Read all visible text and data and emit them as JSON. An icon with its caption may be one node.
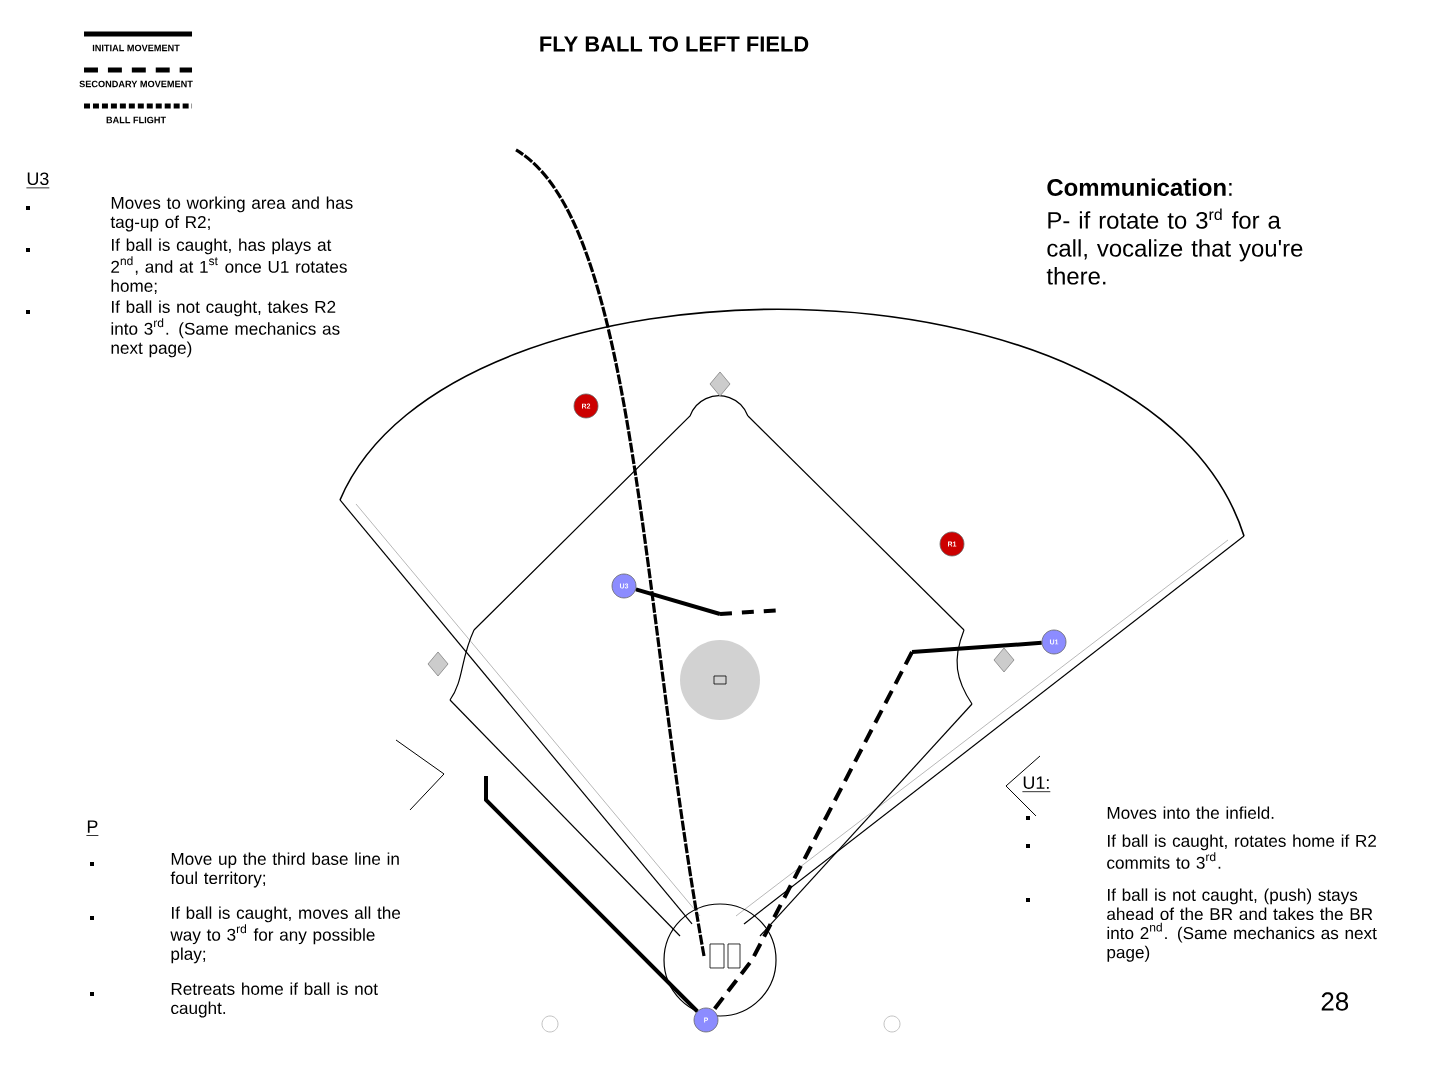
{
  "diagram": {
    "title": "FLY BALL TO LEFT FIELD",
    "nodes": [
      {
        "text": [
          "R2"
        ]
      },
      {
        "text": [
          "R1"
        ]
      },
      {
        "text": [
          "U3"
        ]
      },
      {
        "text": [
          "U1"
        ]
      },
      {
        "text": [
          "P"
        ]
      }
    ],
    "edges": [
      {
        "from": 2,
        "to": null,
        "arrow": "none"
      },
      {
        "from": 3,
        "to": null,
        "arrow": "none"
      },
      {
        "from": 4,
        "to": null,
        "arrow": "none"
      },
      {
        "from": null,
        "to": 4,
        "arrow": "none",
        "style": "dashed"
      }
    ],
    "labels": [
      "U3",
      "Moves to working area and has tag-up of R2;",
      "If ball is caught, has plays at 2$^{nd}$, and at 1$^{st}$ once U1 rotates home;",
      "If ball is not caught, takes R2 into 3$^{rd}$. (Same mechanics as next page)",
      "**Communication**:",
      "P- if rotate to 3$^{rd}$ for a call, vocalize that you're there.",
      "P",
      "Move up the third base line in foul territory;",
      "If ball is caught, moves all the way to 3$^{rd}$ for any possible play;",
      "Retreats home if ball is not caught.",
      "U1:",
      "Moves into the infield.",
      "If ball is caught, rotates home if R2 commits to 3$^{rd}$.",
      "If ball is not caught, (push) stays ahead of the BR and takes the BR into 2$^{nd}$. (Same mechanics as next page)",
      "28"
    ],
    "legend": [
      {
        "text": "INITIAL MOVEMENT"
      },
      {
        "text": "SECONDARY MOVEMENT"
      },
      {
        "text": "BALL FLIGHT"
      }
    ]
  }
}
